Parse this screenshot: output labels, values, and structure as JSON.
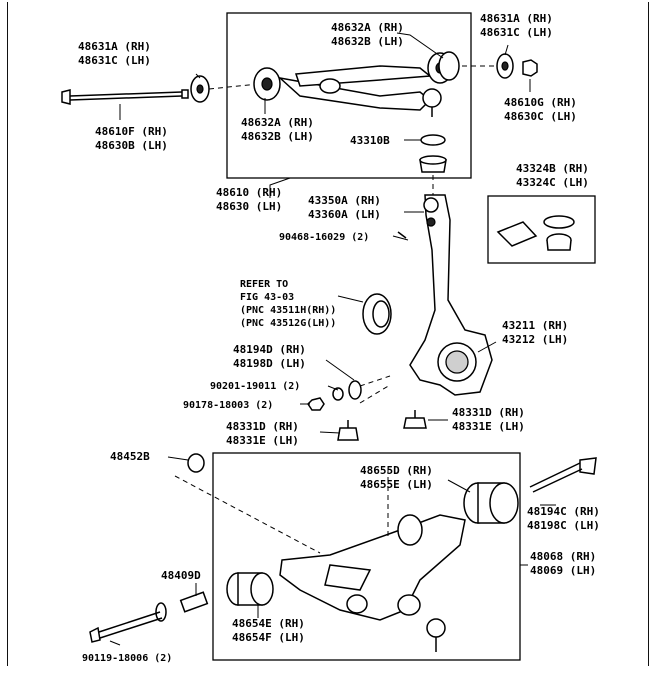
{
  "labels": {
    "l48631A_top_left": "48631A (RH)",
    "l48631C_top_left": "48631C (LH)",
    "l48632A_top": "48632A (RH)",
    "l48632B_top": "48632B (LH)",
    "l48631A_top_right": "48631A (RH)",
    "l48631C_top_right": "48631C (LH)",
    "l48610F": "48610F (RH)",
    "l48630B": "48630B (LH)",
    "l48632A_mid": "48632A (RH)",
    "l48632B_mid": "48632B (LH)",
    "l48610G": "48610G (RH)",
    "l48630C": "48630C (LH)",
    "l43310B": "43310B",
    "l43324B": "43324B (RH)",
    "l43324C": "43324C (LH)",
    "l48610": "48610 (RH)",
    "l48630": "48630 (LH)",
    "l43350A": "43350A (RH)",
    "l43360A": "43360A (LH)",
    "l90468": "90468-16029 (2)",
    "refer1": "REFER TO",
    "refer2": "FIG 43-03",
    "refer3": "(PNC 43511H(RH))",
    "refer4": "(PNC 43512G(LH))",
    "l43211": "43211 (RH)",
    "l43212": "43212 (LH)",
    "l48194D": "48194D (RH)",
    "l48198D": "48198D (LH)",
    "l90201": "90201-19011 (2)",
    "l90178": "90178-18003 (2)",
    "l48331D_right": "48331D (RH)",
    "l48331E_right": "48331E (LH)",
    "l48331D_left": "48331D (RH)",
    "l48331E_left": "48331E (LH)",
    "l48452B": "48452B",
    "l48655D": "48655D (RH)",
    "l48655E": "48655E (LH)",
    "l48194C": "48194C (RH)",
    "l48198C": "48198C (LH)",
    "l48068": "48068 (RH)",
    "l48069": "48069 (LH)",
    "l48409D": "48409D",
    "l48654E": "48654E (RH)",
    "l48654F": "48654F (LH)",
    "l90119": "90119-18006 (2)"
  }
}
